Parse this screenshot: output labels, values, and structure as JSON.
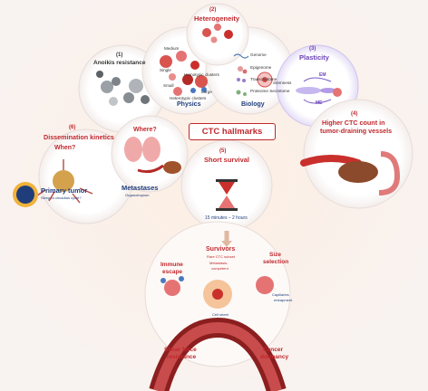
{
  "center_label": "CTC hallmarks",
  "panels": {
    "anoikis": {
      "number": "(1)",
      "title": "Anoikis resistance"
    },
    "heterogeneity": {
      "number": "(2)",
      "title": "Heterogeneity",
      "physics": "Physics",
      "biology": "Biology",
      "physics_labels": [
        "Medium",
        "Single",
        "Small",
        "Homotypic clusters",
        "Large",
        "Heterotypic clusters"
      ],
      "biology_labels": [
        "Genome",
        "Epigenome",
        "Transcriptome",
        "Proteome Secretome",
        "Stemness"
      ]
    },
    "plasticity": {
      "number": "(3)",
      "title": "Plasticity",
      "em": "EM",
      "me": "ME"
    },
    "drainage": {
      "number": "(4)",
      "title_line1": "Higher CTC count in",
      "title_line2": "tumor-draining vessels"
    },
    "survival": {
      "number": "(5)",
      "title": "Short survival",
      "duration": "15 minutes – 2 hours"
    },
    "dissemination": {
      "number": "(6)",
      "title": "Dissemination kinetics",
      "when": "When?",
      "where": "Where?",
      "primary": "Primary tumor",
      "primary_sub": "Sleep or circadian cycle?",
      "metastases": "Metastases",
      "metastases_sub": "Organotropism"
    },
    "survivors": {
      "title": "Survivors",
      "subtitle": "Rare CTC subset",
      "competent_line1": "Metastasis-",
      "competent_line2": "competent",
      "immune_line1": "Immune",
      "immune_line2": "escape",
      "size_line1": "Size",
      "size_line2": "selection",
      "size_sub_line1": "Capillaries",
      "size_sub_line2": "entrapment",
      "cell_sub": "Cell sheet",
      "shear_line1": "Shear force",
      "shear_line2": "resistance",
      "dormancy_line1": "Cancer",
      "dormancy_line2": "dormancy"
    }
  },
  "colors": {
    "accent_red": "#c0282d",
    "accent_blue": "#1f3d7a",
    "accent_purple": "#6a3fb5"
  }
}
